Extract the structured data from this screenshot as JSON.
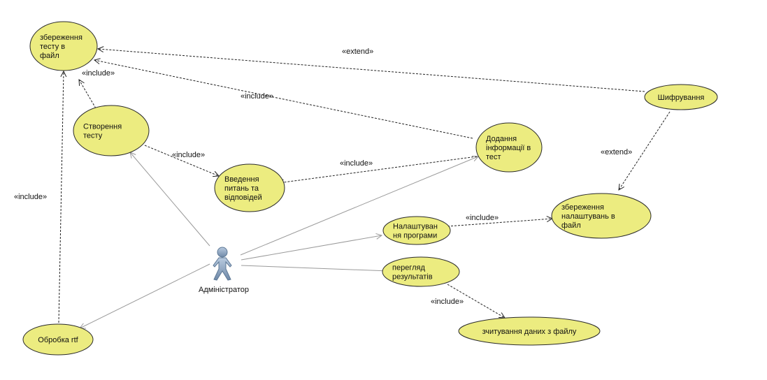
{
  "actor": {
    "id": "admin",
    "label": "Адміністратор"
  },
  "use_cases": [
    {
      "id": "save_test",
      "lines": [
        "збереження",
        "тесту в",
        "файл"
      ]
    },
    {
      "id": "create_test",
      "lines": [
        "Створення",
        "тесту"
      ]
    },
    {
      "id": "enter_questions",
      "lines": [
        "Введення",
        "питань та",
        "відповідей"
      ]
    },
    {
      "id": "add_info",
      "lines": [
        "Додання",
        "інформації в",
        "тест"
      ]
    },
    {
      "id": "encrypt",
      "lines": [
        "Шифрування"
      ]
    },
    {
      "id": "save_settings",
      "lines": [
        "збереження",
        "налаштувань в",
        "файл"
      ]
    },
    {
      "id": "settings",
      "lines": [
        "Налаштуван",
        "ня програми"
      ]
    },
    {
      "id": "view_results",
      "lines": [
        "перегляд",
        "результатів"
      ]
    },
    {
      "id": "read_data",
      "lines": [
        "зчитування даних з файлу"
      ]
    },
    {
      "id": "rtf",
      "lines": [
        "Обробка rtf"
      ]
    }
  ],
  "relations": [
    {
      "from": "create_test",
      "to": "save_test",
      "kind": "include",
      "label": "«include»"
    },
    {
      "from": "add_info",
      "to": "save_test",
      "kind": "include",
      "label": "«include»"
    },
    {
      "from": "encrypt",
      "to": "save_test",
      "kind": "extend",
      "label": "«extend»"
    },
    {
      "from": "rtf",
      "to": "save_test",
      "kind": "include",
      "label": "«include»"
    },
    {
      "from": "create_test",
      "to": "enter_questions",
      "kind": "include",
      "label": "«include»"
    },
    {
      "from": "add_info",
      "to": "enter_questions",
      "kind": "include",
      "label": "«include»"
    },
    {
      "from": "encrypt",
      "to": "save_settings",
      "kind": "extend",
      "label": "«extend»"
    },
    {
      "from": "settings",
      "to": "save_settings",
      "kind": "include",
      "label": "«include»"
    },
    {
      "from": "view_results",
      "to": "read_data",
      "kind": "include",
      "label": "«include»"
    }
  ],
  "associations": [
    {
      "from": "admin",
      "to": "create_test"
    },
    {
      "from": "admin",
      "to": "add_info"
    },
    {
      "from": "admin",
      "to": "settings"
    },
    {
      "from": "admin",
      "to": "view_results"
    },
    {
      "from": "admin",
      "to": "rtf"
    }
  ]
}
